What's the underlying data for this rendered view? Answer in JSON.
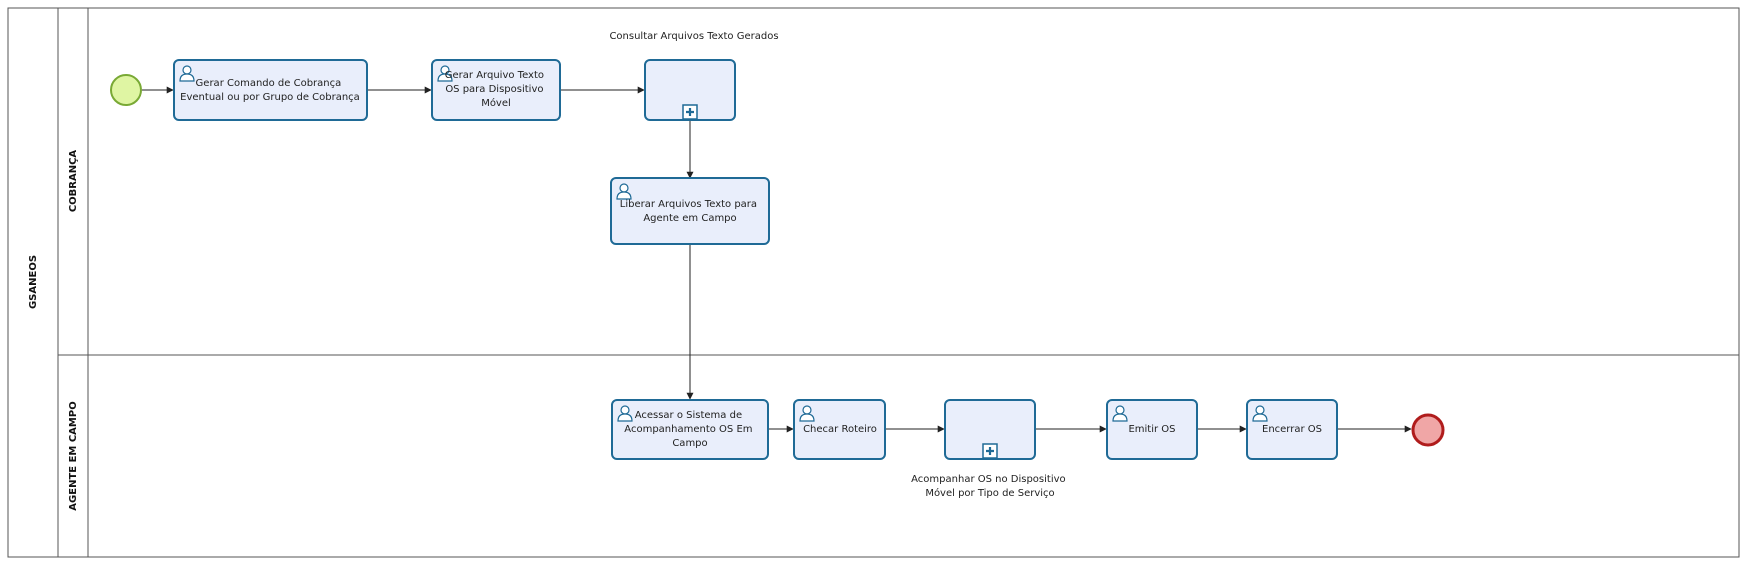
{
  "pool": {
    "label": "GSANEOS"
  },
  "lanes": [
    {
      "id": "lane-cobranca",
      "label": "COBRANÇA"
    },
    {
      "id": "lane-agente",
      "label": "AGENTE EM CAMPO"
    }
  ],
  "tasks": [
    {
      "id": "task-gerar-comando",
      "type": "user-task",
      "lines": [
        "Gerar Comando de Cobrança",
        "Eventual ou por Grupo de Cobrança"
      ]
    },
    {
      "id": "task-gerar-arquivo",
      "type": "user-task",
      "lines": [
        "Gerar Arquivo Texto",
        "OS para Dispositivo",
        "Móvel"
      ]
    },
    {
      "id": "subprocess-consultar",
      "type": "collapsed-subprocess",
      "external_label": "Consultar Arquivos Texto Gerados"
    },
    {
      "id": "task-liberar",
      "type": "user-task",
      "lines": [
        "Liberar Arquivos Texto para",
        "Agente em Campo"
      ]
    },
    {
      "id": "task-acessar",
      "type": "user-task",
      "lines": [
        "Acessar o Sistema de",
        "Acompanhamento OS Em",
        "Campo"
      ]
    },
    {
      "id": "task-checar",
      "type": "user-task",
      "lines": [
        "Checar Roteiro"
      ]
    },
    {
      "id": "subprocess-acompanhar",
      "type": "collapsed-subprocess",
      "external_label_lines": [
        "Acompanhar OS no Dispositivo",
        "Móvel por Tipo de Serviço"
      ]
    },
    {
      "id": "task-emitir",
      "type": "user-task",
      "lines": [
        "Emitir OS"
      ]
    },
    {
      "id": "task-encerrar",
      "type": "user-task",
      "lines": [
        "Encerrar OS"
      ]
    }
  ],
  "events": [
    {
      "id": "start-event",
      "type": "start"
    },
    {
      "id": "end-event",
      "type": "end"
    }
  ],
  "colors": {
    "task_fill": "#e9eefb",
    "task_stroke": "#1f6a96",
    "start_fill": "#dff5a3",
    "start_stroke": "#79a935",
    "end_fill": "#f0a6a6",
    "end_stroke": "#b01c1c",
    "lines": "#555555"
  }
}
